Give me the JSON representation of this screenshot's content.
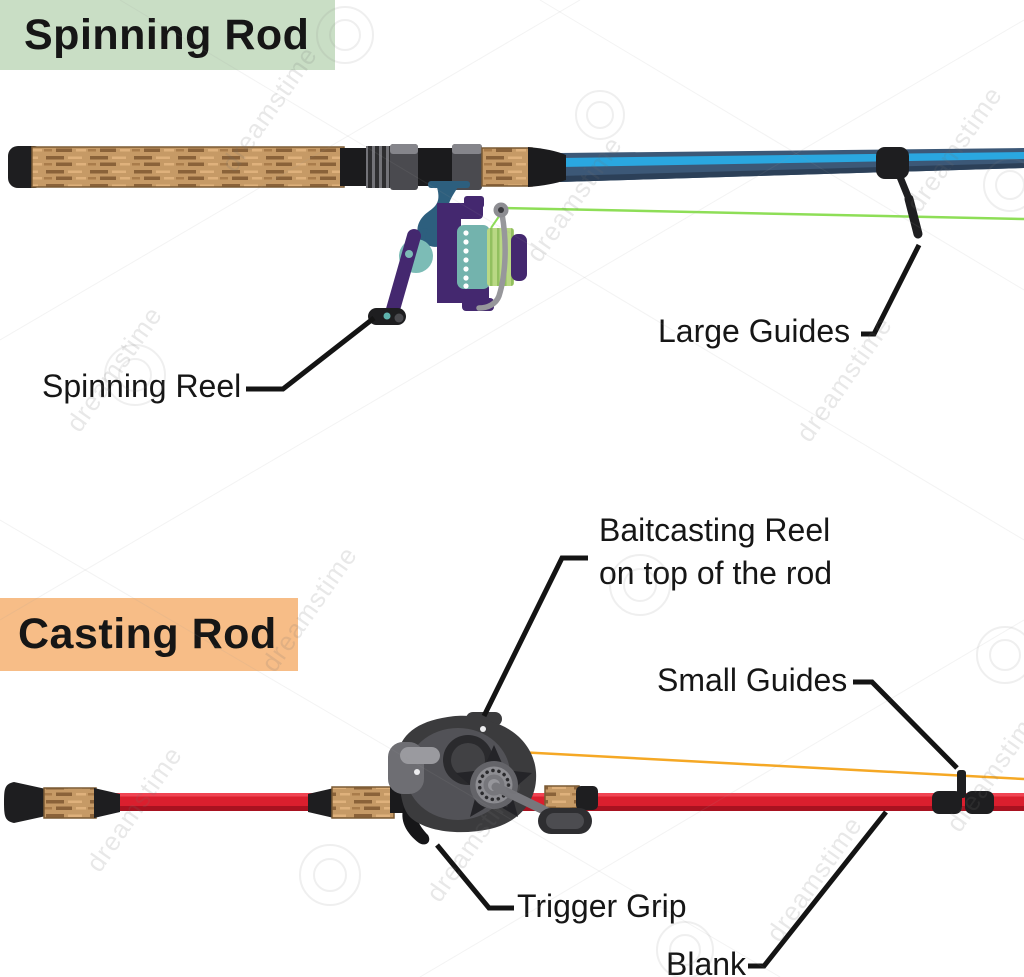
{
  "watermark": {
    "text": "dreamstime"
  },
  "shared": {
    "cork_color": "#c69a66",
    "callout_color": "#141414",
    "label_color": "#161616"
  },
  "spinning": {
    "title": "Spinning Rod",
    "title_bg": "#c9dec5",
    "labels": {
      "reel": "Spinning Reel",
      "guides": "Large Guides"
    },
    "colors": {
      "blank_navy": "#3c5877",
      "blank_stripe": "#2aa7e0",
      "fishing_line": "#8ede57",
      "reel_purple": "#44286f",
      "reel_face_teal": "#73b3ad",
      "reel_spool_green": "#b9d884",
      "reel_stem_blue": "#2d5f7e"
    }
  },
  "casting": {
    "title": "Casting Rod",
    "title_bg": "#f7bd87",
    "labels": {
      "reel_line1": "Baitcasting Reel",
      "reel_line2": "on top of the rod",
      "guides": "Small Guides",
      "trigger": "Trigger Grip",
      "blank": "Blank"
    },
    "colors": {
      "blank_red": "#da1f2e",
      "fishing_line": "#f5a825",
      "reel_gray": "#3b3b3d"
    }
  }
}
